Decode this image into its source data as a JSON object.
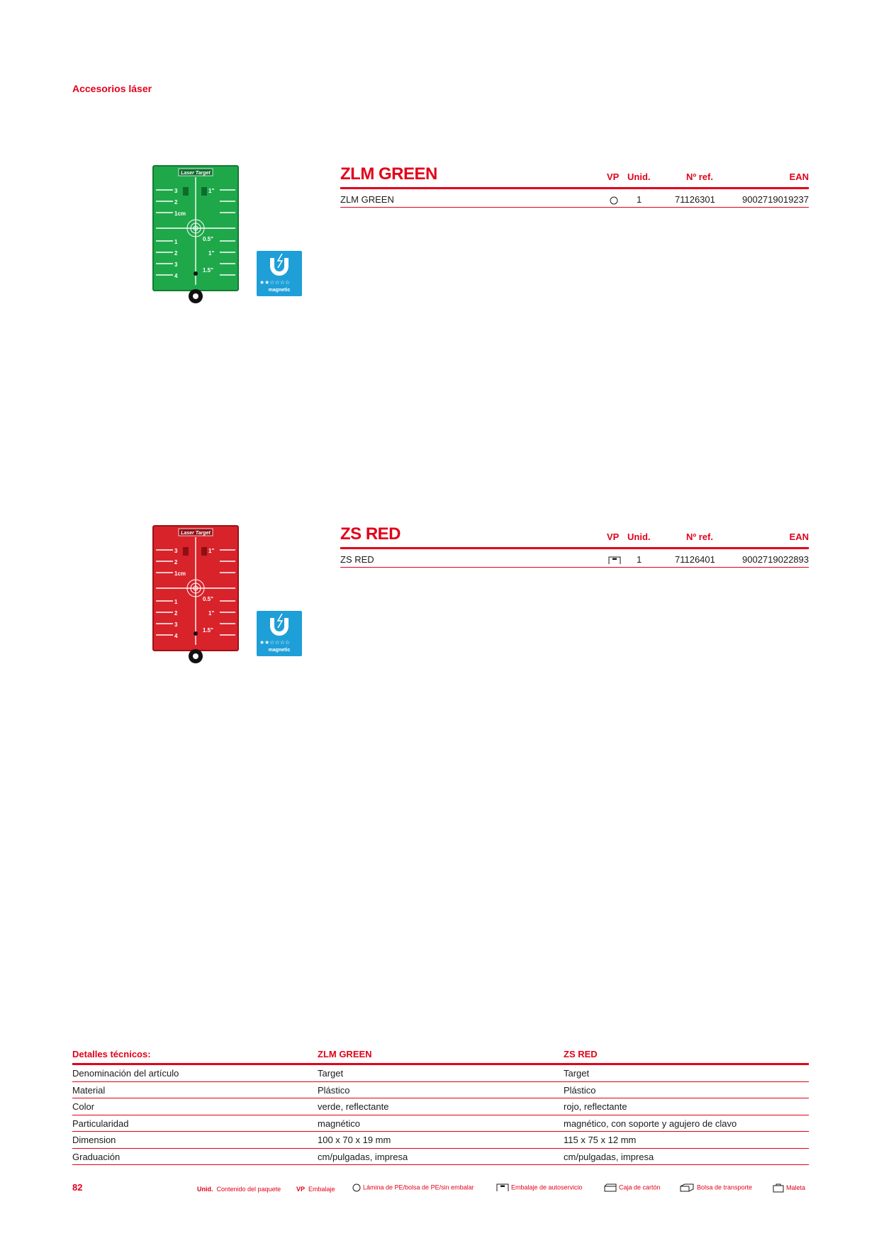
{
  "section_title": "Accesorios láser",
  "table_headers": {
    "vp": "VP",
    "unid": "Unid.",
    "ref": "Nº ref.",
    "ean": "EAN"
  },
  "products": [
    {
      "title": "ZLM GREEN",
      "name": "ZLM GREEN",
      "unid": "1",
      "ref": "71126301",
      "ean": "9002719019237",
      "pack_icon": "pe-bag-icon"
    },
    {
      "title": "ZS RED",
      "name": "ZS RED",
      "unid": "1",
      "ref": "71126401",
      "ean": "9002719022893",
      "pack_icon": "self-service-pack-icon"
    }
  ],
  "target_labels": {
    "header": "Laser Target",
    "n3": "3",
    "n2": "2",
    "n1": "1",
    "cm": "1cm",
    "n4": "4",
    "in1": "1\"",
    "in05": "0.5\"",
    "in15": "1.5\""
  },
  "magnetic_badge": {
    "label": "magnetic",
    "stars": "★★☆☆☆☆"
  },
  "specs": {
    "header": [
      "Detalles técnicos:",
      "ZLM GREEN",
      "ZS RED"
    ],
    "rows": [
      [
        "Denominación del artículo",
        "Target",
        "Target"
      ],
      [
        "Material",
        "Plástico",
        "Plástico"
      ],
      [
        "Color",
        "verde, reflectante",
        "rojo, reflectante"
      ],
      [
        "Particularidad",
        "magnético",
        "magnético, con soporte y agujero de clavo"
      ],
      [
        "Dimension",
        "100 x 70 x 19 mm",
        "115 x 75 x 12 mm"
      ],
      [
        "Graduación",
        "cm/pulgadas, impresa",
        "cm/pulgadas, impresa"
      ]
    ]
  },
  "footer": {
    "page_number": "82",
    "unid_abbr": "Unid.",
    "unid_text": "Contenido del paquete",
    "vp_abbr": "VP",
    "vp_text": "Embalaje",
    "pe_text": "Lámina de PE/bolsa de PE/sin embalar",
    "self_service_text": "Embalaje de autoservicio",
    "box_text": "Caja de cartón",
    "bag_text": "Bolsa de transporte",
    "case_text": "Maleta"
  },
  "colors": {
    "accent": "#e2001a",
    "green_target": "#1fa84a",
    "red_target": "#d8232a",
    "magnet_badge": "#1e9fd8"
  }
}
